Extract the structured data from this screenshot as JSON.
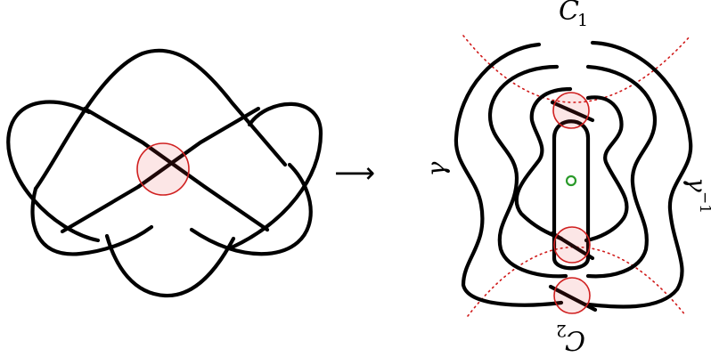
{
  "labels": {
    "c1": "C",
    "c1_sub": "1",
    "c2": "C",
    "c2_sub": "2",
    "gamma": "γ",
    "gamma_inv": "γ",
    "gamma_inv_sup": "−1",
    "arrow": "⟶"
  },
  "colors": {
    "strand": "#000000",
    "marker_stroke": "#d02020",
    "dotted_arc": "#d01919",
    "center_point": "#2a9a2a"
  }
}
